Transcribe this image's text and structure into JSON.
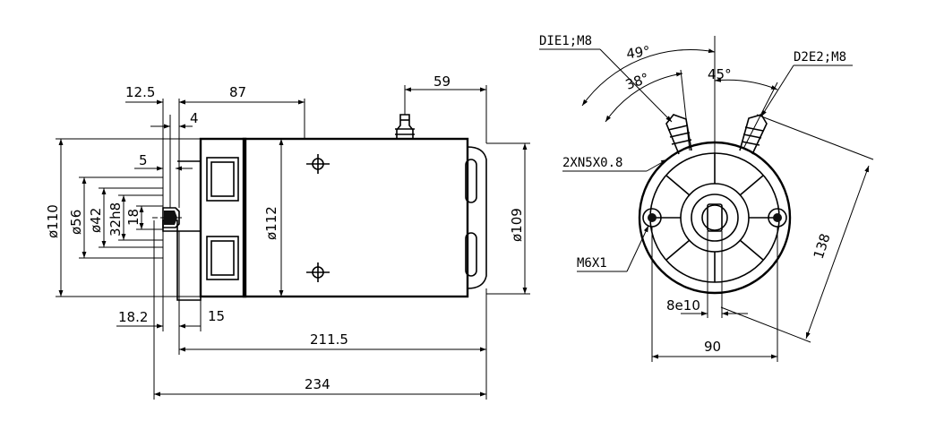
{
  "side_view": {
    "dims": {
      "d12_5": "12.5",
      "d87": "87",
      "d4": "4",
      "d59": "59",
      "d5": "5",
      "d110": "ø110",
      "d56": "ø56",
      "d42": "ø42",
      "d32h8": "32h8",
      "d18": "18",
      "d112": "ø112",
      "d109": "ø109",
      "d18_2": "18.2",
      "d15": "15",
      "d211_5": "211.5",
      "d234": "234"
    }
  },
  "end_view": {
    "labels": {
      "d1e1": "DIE1;M8",
      "d2e2": "D2E2;M8",
      "n5x08": "2XN5X0.8",
      "m6x1": "M6X1",
      "e10": "8e10"
    },
    "dims": {
      "a49": "49°",
      "a38": "38°",
      "a45": "45°",
      "d138": "138",
      "d90": "90"
    }
  }
}
